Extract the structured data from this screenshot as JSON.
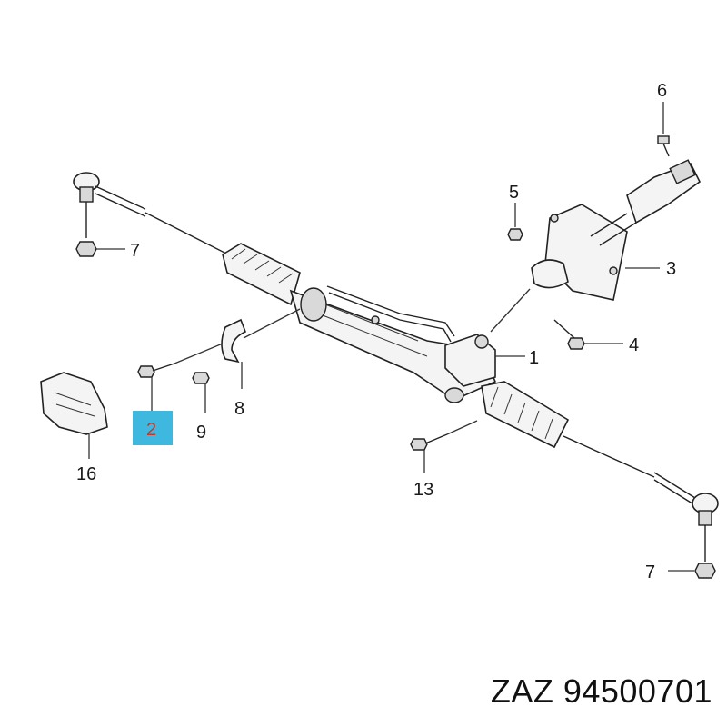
{
  "callouts": {
    "c1": "1",
    "c2": "2",
    "c3": "3",
    "c4": "4",
    "c5": "5",
    "c6": "6",
    "c7a": "7",
    "c7b": "7",
    "c8": "8",
    "c9": "9",
    "c13": "13",
    "c16": "16"
  },
  "highlight": {
    "label": "2",
    "color": "#3fb8e0"
  },
  "caption": "ZAZ 94500701"
}
